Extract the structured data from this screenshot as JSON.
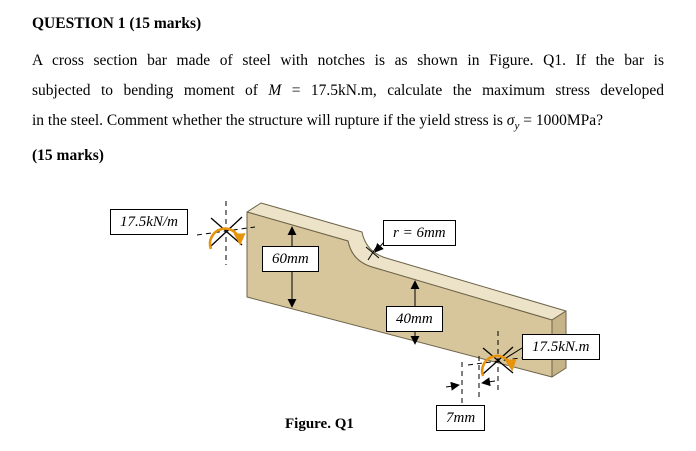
{
  "title": "QUESTION 1 (15 marks)",
  "body": {
    "line1": "A cross section bar made of steel with notches is as shown in Figure. Q1. If the bar is",
    "line2_a": "subjected to bending moment of ",
    "line2_m": "M",
    "line2_b": " = 17.5kN.m, calculate the maximum stress developed",
    "line3_a": "in the steel. Comment whether the structure will rupture if the yield stress is ",
    "line3_sigma": "σ",
    "line3_sub": "y",
    "line3_b": " = 1000MPa?",
    "marks": "(15 marks)"
  },
  "figure": {
    "caption": "Figure. Q1",
    "labels": {
      "distributed_moment": "17.5kN/m",
      "left_depth": "60mm",
      "fillet_radius": "r = 6mm",
      "right_depth": "40mm",
      "bending_moment": "17.5kN.m",
      "thickness": "7mm"
    },
    "colors": {
      "bar_front": "#d7c69c",
      "bar_top": "#ece3c9",
      "bar_end": "#c6b488",
      "outline": "#6e6349",
      "moment_arrow": "#e8930c"
    }
  }
}
